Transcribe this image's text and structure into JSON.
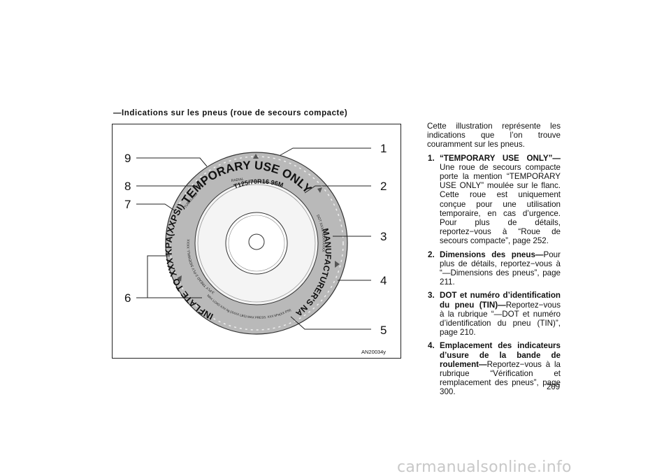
{
  "section_title": "—Indications sur les pneus (roue de secours compacte)",
  "figure": {
    "callouts": [
      "1",
      "2",
      "3",
      "4",
      "5",
      "6",
      "7",
      "8",
      "9"
    ],
    "code": "AN20034y",
    "tire_text": {
      "temporary": "TEMPORARY USE ONLY",
      "size": "T125/70R16  96M",
      "tubeless": "TUBELESS",
      "radial": "RADIAL",
      "dot": "DOT XXXX   XXXXXXXX",
      "manufacturer": "MANUFACTURER'S NAME",
      "inflate": "INFLATE TO XXX KPA(XXPSI)",
      "plies": "3-PLY TREAD 2-PLY SIDEWALL XXXX",
      "maxload": "MAX LOAD XXX kg (XXXX LBS) MAX PRESS. XXX kPa(XX PSI)"
    }
  },
  "intro": "Cette illustration représente les indications que l’on trouve couramment sur les pneus.",
  "items": [
    {
      "num": "1.",
      "term": "“TEMPORARY USE ONLY”—",
      "text": "Une roue de secours compacte porte la mention “TEMPORARY USE ONLY” moulée sur le flanc. Cette roue est uniquement conçue pour une utilisation temporaire, en cas d’urgence. Pour plus de détails, reportez−vous à “Roue de secours compacte”, page 252."
    },
    {
      "num": "2.",
      "term": "Dimensions des pneus—",
      "text": "Pour plus de détails, reportez−vous à “—Dimensions des pneus”, page 211."
    },
    {
      "num": "3.",
      "term": "DOT et numéro d’identification du pneu (TIN)—",
      "text": "Reportez−vous à la rubrique “—DOT et numéro d’identification du pneu (TIN)”, page 210."
    },
    {
      "num": "4.",
      "term": "Emplacement des indicateurs d’usure de la bande de roulement—",
      "text": "Reportez−vous à la rubrique “Vérification et remplacement des pneus”, page 300."
    }
  ],
  "page_number": "209",
  "watermark": "carmanualsonline.info"
}
